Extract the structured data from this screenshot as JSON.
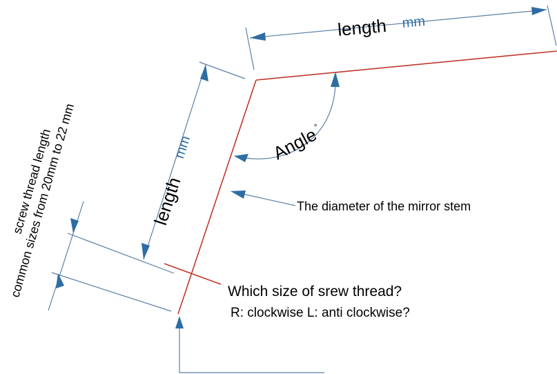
{
  "labels": {
    "top_length": "length",
    "top_unit": "mm",
    "side_length": "length",
    "side_unit": "mm",
    "angle": "Angle",
    "angle_mark": "°",
    "diameter": "The diameter of the mirror stem",
    "thread_question": "Which size of  srew thread?",
    "thread_direction": "R: clockwise L: anti clockwise?",
    "thread_length_line1": "screw thread length",
    "thread_length_line2": "common sizes from 20mm to 22 mm"
  },
  "colors": {
    "stem": "#c0392b",
    "dimension": "#5b7fa6",
    "arrow": "#2e6da4",
    "unit_text": "#2e6da4",
    "text": "#000000"
  }
}
